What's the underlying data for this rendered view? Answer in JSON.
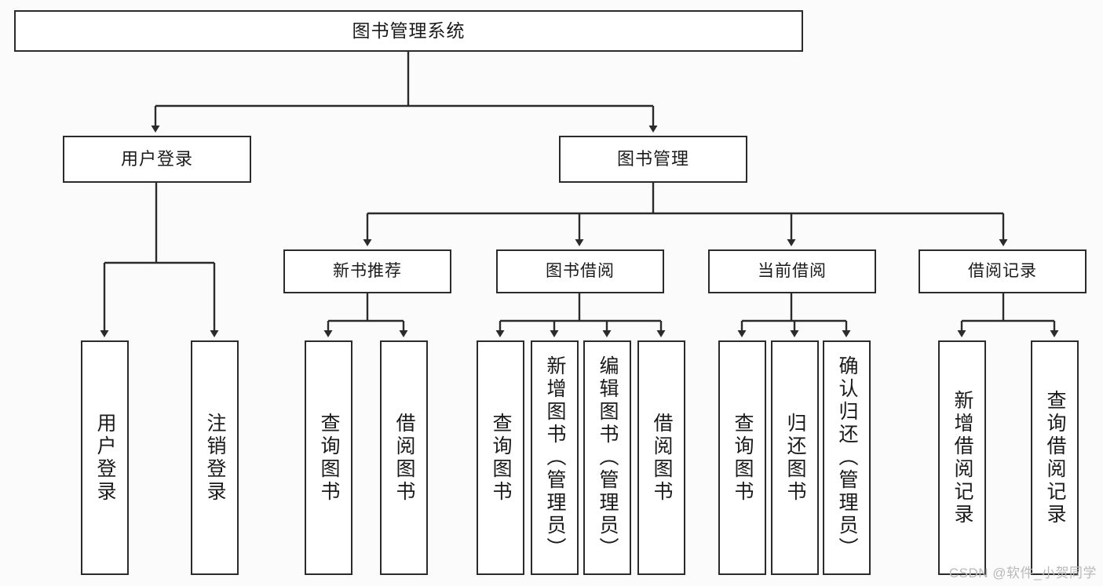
{
  "diagram": {
    "title": "图书管理系统",
    "type": "tree",
    "watermark": "CSDN @软件_小贺同学",
    "colors": {
      "node_border": "#2b2b2b",
      "node_fill": "#ffffff",
      "edge": "#2b2b2b",
      "background": "#fbfbfb",
      "watermark": "#b9b9b9"
    },
    "nodes": {
      "root": {
        "label": "图书管理系统"
      },
      "level1": [
        {
          "id": "user-login",
          "label": "用户登录"
        },
        {
          "id": "book-manage",
          "label": "图书管理"
        }
      ],
      "level2": [
        {
          "id": "new-book-recommend",
          "label": "新书推荐"
        },
        {
          "id": "book-borrow",
          "label": "图书借阅"
        },
        {
          "id": "current-borrow",
          "label": "当前借阅"
        },
        {
          "id": "borrow-record",
          "label": "借阅记录"
        }
      ],
      "leaves": {
        "user-login": [
          {
            "id": "leaf-user-login",
            "label": "用户登录"
          },
          {
            "id": "leaf-user-logout",
            "label": "注销登录"
          }
        ],
        "new-book-recommend": [
          {
            "id": "leaf-query-book-1",
            "label": "查询图书"
          },
          {
            "id": "leaf-borrow-book-1",
            "label": "借阅图书"
          }
        ],
        "book-borrow": [
          {
            "id": "leaf-query-book-2",
            "label": "查询图书"
          },
          {
            "id": "leaf-add-book",
            "label": "新增图书（管理员）"
          },
          {
            "id": "leaf-edit-book",
            "label": "编辑图书（管理员）"
          },
          {
            "id": "leaf-borrow-book-2",
            "label": "借阅图书"
          }
        ],
        "current-borrow": [
          {
            "id": "leaf-query-book-3",
            "label": "查询图书"
          },
          {
            "id": "leaf-return-book",
            "label": "归还图书"
          },
          {
            "id": "leaf-confirm-return",
            "label": "确认归还（管理员）"
          }
        ],
        "borrow-record": [
          {
            "id": "leaf-add-record",
            "label": "新增借阅记录"
          },
          {
            "id": "leaf-query-record",
            "label": "查询借阅记录"
          }
        ]
      }
    }
  }
}
